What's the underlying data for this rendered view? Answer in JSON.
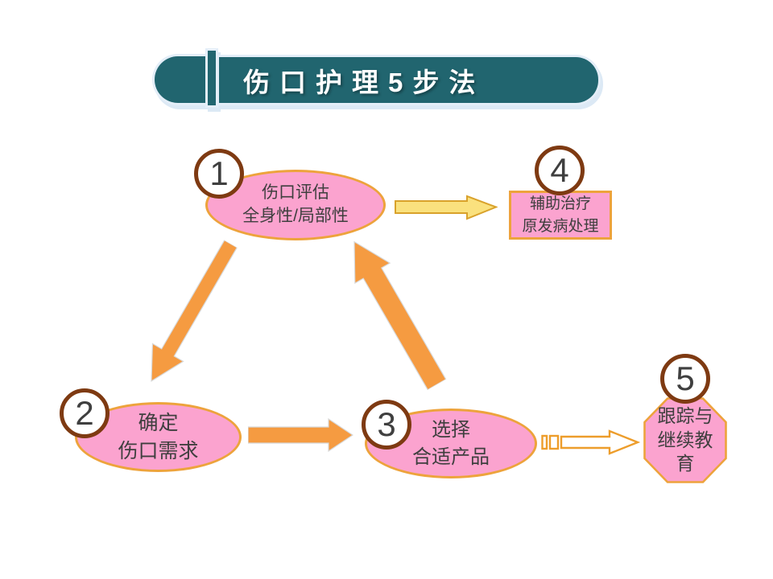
{
  "slide": {
    "title": "伤口护理5步法"
  },
  "banner": {
    "fill": "#21656F",
    "glow": "#DCE9F5",
    "text_color": "#FFFFFF"
  },
  "steps": [
    {
      "number": "1",
      "shape": "ellipse",
      "lines": [
        "伤口评估",
        "全身性/局部性"
      ]
    },
    {
      "number": "2",
      "shape": "ellipse",
      "lines": [
        "确定",
        "伤口需求"
      ]
    },
    {
      "number": "3",
      "shape": "ellipse",
      "lines": [
        "选择",
        "合适产品"
      ]
    },
    {
      "number": "4",
      "shape": "rectangle",
      "lines": [
        "辅助治疗",
        "原发病处理"
      ]
    },
    {
      "number": "5",
      "shape": "octagon",
      "lines": [
        "跟踪与",
        "继续教",
        "育"
      ]
    }
  ],
  "arrows": [
    {
      "name": "arrow-step1-to-step4",
      "style": "outlined-right-arrow",
      "fill": "#FAE17E",
      "stroke": "#D9A22B"
    },
    {
      "name": "arrow-step1-to-step2",
      "style": "solid-diagonal-down-left",
      "fill": "#F59B41"
    },
    {
      "name": "arrow-step2-to-step3",
      "style": "solid-right-arrow",
      "fill": "#F59B41"
    },
    {
      "name": "arrow-step3-to-step1",
      "style": "solid-diagonal-up-right",
      "fill": "#F59B41"
    },
    {
      "name": "arrow-step3-to-step5",
      "style": "striped-right-arrow",
      "fill": "#FFFFFF",
      "stroke": "#ED9D2B"
    }
  ],
  "colors": {
    "shape_pink": "#FBA3CF",
    "shape_border": "#EDA33C",
    "badge_border": "#7E3A12",
    "text": "#3F3F3F",
    "background": "#FFFFFF"
  }
}
